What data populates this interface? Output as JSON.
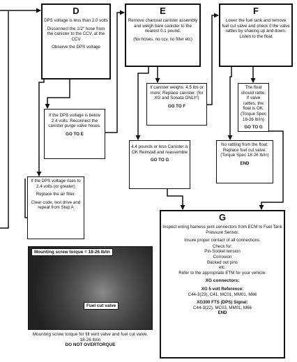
{
  "boxes": {
    "d": {
      "heading": "D",
      "text1": "DPS voltage is less than 2.0 volts",
      "text2": "Disconnect the 1/2\" hose from the canister to the CCV, at the CCV",
      "text3": "Observe the DPS voltage"
    },
    "e": {
      "heading": "E",
      "text1": "Remove charcoal canister assembly and weigh bare canister to the nearest 0.1 pound.",
      "text2": "(No hoses, no ccv, no filter etc)"
    },
    "f": {
      "heading": "F",
      "text1": "Lower the fuel tank and remove fuel cut valve and check if the valve rattles by shaking up and down. Listen to the float"
    },
    "d_below2": {
      "text": "If the DPS voltage is below 2.4 volts: Reconnect the canister purge valve hoses.",
      "goto": "GO TO E"
    },
    "e_over45": {
      "text": "If canister weighs: 4.5 lbs or more; Replace canister. (for XG and Sonata ONLY!)",
      "goto": "GO TO F"
    },
    "f_rattles": {
      "text": "The float should rattle. If valve rattles, the float is OK; (Torque Spec 18-26 lb/in)",
      "goto": "GO TO G"
    },
    "e_under45": {
      "text": "4.4 pounds or less Canister is OK Reinstall and reassemble",
      "goto": "GO TO G"
    },
    "f_norattle": {
      "text": "No rattling from the float: Replace fuel cut valve. (Torque Spec 18-26 lb/in)",
      "goto": "END"
    },
    "d_rises": {
      "text1": "If the DPS voltage rises to 2.4 volts (or greater)",
      "text2": "Replace the air filter.",
      "text3": "Clear code, test drive and repeat from Step A"
    },
    "g": {
      "heading": "G",
      "text1": "Inspect wiring harness joint connectors from ECM to Fuel Tank Pressure Sensor.",
      "text2": "Insure proper contact of all connections.",
      "text3": "Check for:",
      "check1": "Pin-Socket tension",
      "check2": "Corrosion",
      "check3": "Backed out pins",
      "check4": "etc.",
      "text4": "Refer to the appropriate ETM for your vehicle.",
      "connectors_title": "XG connectors:",
      "ref_title": "XG 5 volt Reference:",
      "ref_values": "C44-3(23), C41, MC01, MM01, M66",
      "sig_title": "XG300 FTS (DPS) Signal:",
      "sig_values": "C44-3(22), MC03, MM01, M66",
      "end": "END"
    }
  },
  "photo": {
    "banner": "Mounting screw torque = 18-26 lb/in",
    "tag": "Fuel cut valve"
  },
  "caption": {
    "line1": "Mounting screw torque for fill vent valve and fuel cut valve.",
    "line2": "18-26 lb/in",
    "line3": "DO NOT OVERTORQUE"
  }
}
